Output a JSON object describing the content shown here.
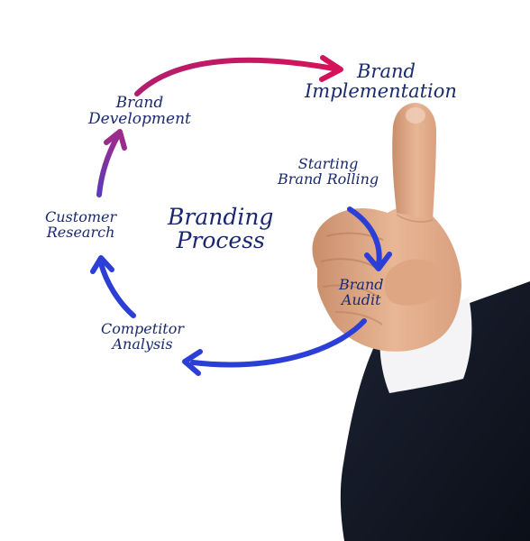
{
  "diagram": {
    "title": [
      "Branding",
      "Process"
    ],
    "steps": {
      "brand_development": [
        "Brand",
        "Development"
      ],
      "brand_implementation": [
        "Brand",
        "Implementation"
      ],
      "starting_brand_rolling": [
        "Starting",
        "Brand Rolling"
      ],
      "brand_audit": [
        "Brand",
        "Audit"
      ],
      "competitor_analysis": [
        "Competitor",
        "Analysis"
      ],
      "customer_research": [
        "Customer",
        "Research"
      ]
    },
    "colors": {
      "text": "#1a2a6e",
      "arrow_magenta": "#c2185b",
      "arrow_purple": "#7b2d8e",
      "arrow_blue": "#2b3fd6",
      "suit": "#121826",
      "skin": "#e3b08f"
    }
  }
}
